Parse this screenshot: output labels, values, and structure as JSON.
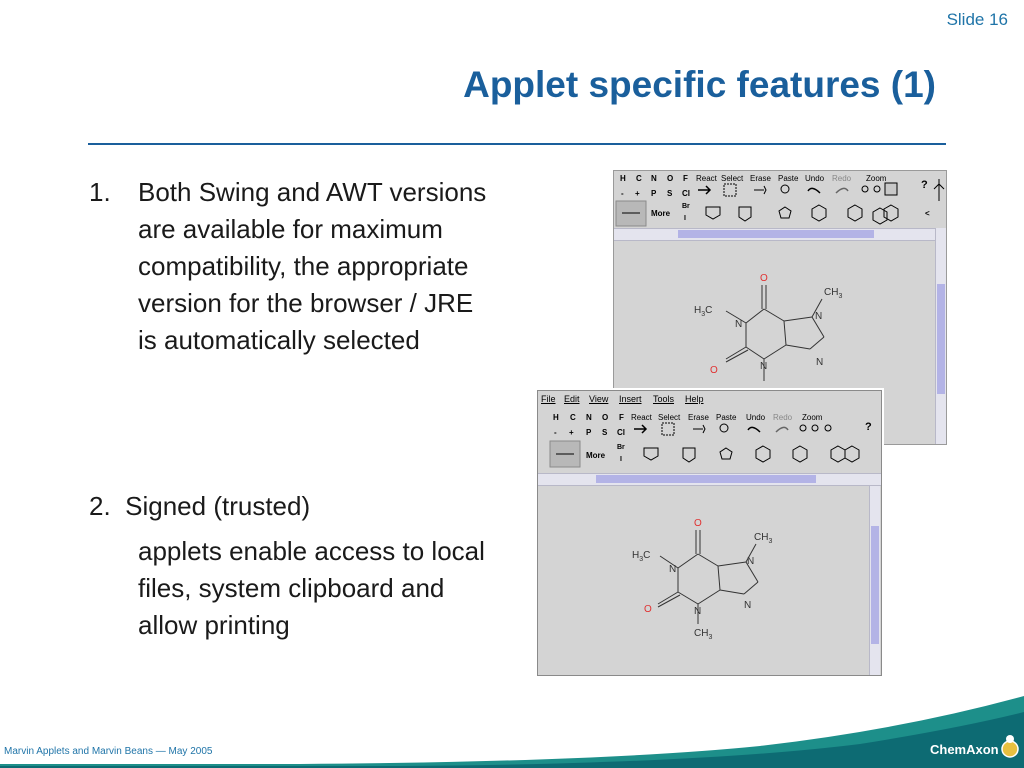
{
  "slide": {
    "label": "Slide 16"
  },
  "title": "Applet specific features (1)",
  "points": [
    {
      "number": "1.",
      "text": "Both Swing and AWT versions are available for maximum compatibility, the appropriate version for the browser / JRE is automatically selected"
    },
    {
      "number": "2.",
      "heading": "Signed (trusted)",
      "text": "applets enable access to local files, system clipboard and allow printing"
    }
  ],
  "applet_back": {
    "toolbar": {
      "elements": [
        "H",
        "C",
        "N",
        "O",
        "F",
        "-",
        "+",
        "P",
        "S",
        "Cl",
        "Br",
        "I"
      ],
      "tools": [
        "React",
        "Select",
        "Erase",
        "Paste",
        "Undo",
        "Redo",
        "Zoom"
      ],
      "more": "More",
      "help": "?",
      "arrow_less": "<"
    },
    "molecule": {
      "o1": "O",
      "ch3_top": "CH",
      "ch3_sub": "3",
      "h3c_h": "H",
      "h3c_sub": "3",
      "h3c_c": "C",
      "n1": "N",
      "n2": "N",
      "n3": "N",
      "n4": "N",
      "o2": "O"
    }
  },
  "applet_front": {
    "menu": [
      "File",
      "Edit",
      "View",
      "Insert",
      "Tools",
      "Help"
    ],
    "toolbar": {
      "elements": [
        "H",
        "C",
        "N",
        "O",
        "F",
        "-",
        "+",
        "P",
        "S",
        "Cl",
        "Br",
        "I"
      ],
      "tools": [
        "React",
        "Select",
        "Erase",
        "Paste",
        "Undo",
        "Redo",
        "Zoom"
      ],
      "more": "More",
      "help": "?"
    },
    "molecule": {
      "o1": "O",
      "ch3_top": "CH",
      "ch3_sub": "3",
      "h3c_h": "H",
      "h3c_sub": "3",
      "h3c_c": "C",
      "n1": "N",
      "n2": "N",
      "n3": "N",
      "n4": "N",
      "o2": "O",
      "ch3_bottom": "CH",
      "ch3_bottom_sub": "3"
    }
  },
  "footer": {
    "text": "Marvin Applets and Marvin Beans  — May 2005"
  },
  "logo": {
    "text": "ChemAxon"
  },
  "colors": {
    "title": "#1a5f9c",
    "accent": "#1f74a8",
    "oxygen": "#e03030",
    "teal": "#0d6b73",
    "wave": "#1d8f8a"
  }
}
